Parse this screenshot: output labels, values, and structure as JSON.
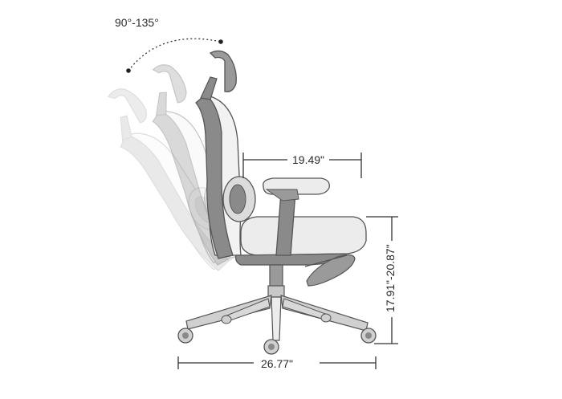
{
  "dimensions": {
    "recline_range": "90°-135°",
    "armrest_depth": "19.49\"",
    "seat_height": "17.91\"-20.87\"",
    "base_width": "26.77\""
  },
  "colors": {
    "frame": "#8a8a8a",
    "frame_ghost": "#d4d4d4",
    "mesh": "#e4e4e4",
    "outline": "#555555",
    "text": "#2b2b2b"
  }
}
